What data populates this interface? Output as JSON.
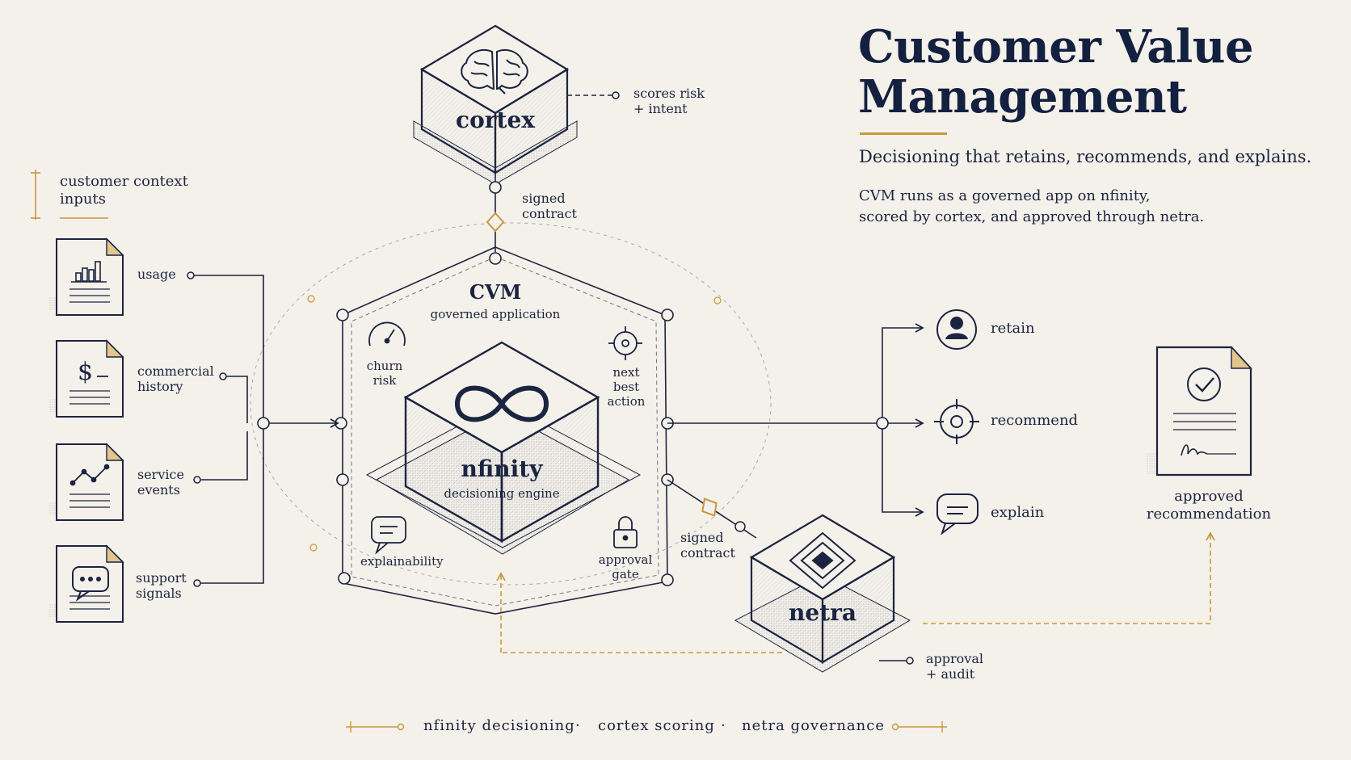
{
  "header": {
    "title_line1": "Customer Value",
    "title_line2": "Management",
    "subtitle": "Decisioning that retains, recommends, and explains.",
    "desc_line1": "CVM runs as a governed app on nfinity,",
    "desc_line2": "scored by cortex, and approved through netra."
  },
  "inputs": {
    "heading_line1": "customer context",
    "heading_line2": "inputs",
    "items": [
      {
        "line1": "usage",
        "line2": "",
        "icon": "bar-chart-icon"
      },
      {
        "line1": "commercial",
        "line2": "history",
        "icon": "dollar-icon"
      },
      {
        "line1": "service",
        "line2": "events",
        "icon": "line-chart-icon"
      },
      {
        "line1": "support",
        "line2": "signals",
        "icon": "chat-bubble-icon"
      }
    ]
  },
  "cortex": {
    "label": "cortex",
    "icon": "brain-icon",
    "note_line1": "scores risk",
    "note_line2": "+ intent"
  },
  "top_contract": {
    "line1": "signed",
    "line2": "contract"
  },
  "cvm": {
    "label": "CVM",
    "sub": "governed application",
    "churn_line1": "churn",
    "churn_line2": "risk",
    "nba_line1": "next",
    "nba_line2": "best",
    "nba_line3": "action",
    "explainability": "explainability",
    "gate_line1": "approval",
    "gate_line2": "gate"
  },
  "nfinity": {
    "label": "nfinity",
    "sub": "decisioning engine",
    "icon": "infinity-icon"
  },
  "outputs": {
    "items": [
      {
        "label": "retain",
        "icon": "person-icon"
      },
      {
        "label": "recommend",
        "icon": "target-icon"
      },
      {
        "label": "explain",
        "icon": "speech-bubble-icon"
      }
    ]
  },
  "netra": {
    "label": "netra",
    "icon": "diamond-eye-icon",
    "contract_line1": "signed",
    "contract_line2": "contract",
    "note_line1": "approval",
    "note_line2": "+ audit"
  },
  "approved": {
    "line1": "approved",
    "line2": "recommendation",
    "icon": "checkmark-document-icon"
  },
  "footer": {
    "part1": "nfinity  decisioning",
    "sep": "·",
    "part2": "cortex  scoring",
    "part3": "netra  governance"
  },
  "colors": {
    "ink": "#1b2440",
    "gold": "#c9973f",
    "background": "#f4f1ea"
  }
}
